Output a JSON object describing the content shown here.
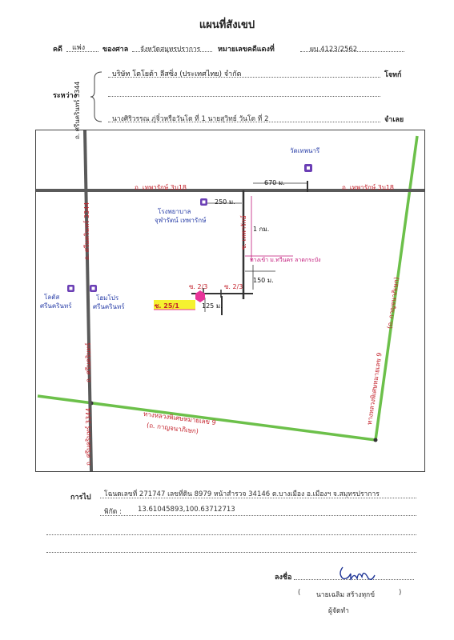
{
  "header": {
    "title": "แผนที่สังเขป",
    "case_label": "คดี",
    "case_type": "แพ่ง",
    "court_label": "ของศาล",
    "court_name": "จังหวัดสมุทรปราการ",
    "red_case_label": "หมายเลขคดีแดงที่",
    "red_case_number": "ผบ.4123/2562",
    "between_label": "ระหว่าง",
    "plaintiff": "บริษัท โตโยต้า ลีสซิ่ง (ประเทศไทย) จำกัด",
    "plaintiff_role": "โจทก์",
    "defendants": "นางศิริวรรณ ภู่จิ๋วหรือวันโต ที่ 1 นายสุวิทย์ วันโต ที่ 2",
    "defendant_role": "จำเลย"
  },
  "map": {
    "roads": {
      "thepharak": "ถ. เทพารักษ์",
      "thepharak_km": "3บ18",
      "thepharak_right": "ถ. เทพารักษ์",
      "thepharak_right_km": "3บ18",
      "srinakarin_top": "ถ. ศรีนครินทร์",
      "srinakarin_top_num": "3344",
      "srinakarin_mid": "ถ. ศรีนครินทร์",
      "srinakarin_mid_num": "3344",
      "srinakarin_low": "ถ. ศรีนครินทร์",
      "srinakarin_bottom": "ถ. ศรีนครินทร์",
      "srinakarin_bottom_num": "3344",
      "soi_near_hospital": "ซ. เทพารักษ์",
      "highway_9_bottom": "ทางหลวงพิเศษหมายเลข 9",
      "highway_9_bottom_sub": "(ถ. กาญจนาภิเษก)",
      "highway_9_right": "ทางหลวงพิเศษหมายเลข 9",
      "highway_9_right_sub": "(ถ. กาญจนาภิเษก)",
      "soi_target": "ซ. 25/1",
      "soi_target_alt": "ซ. 2/3"
    },
    "landmarks": {
      "temple": "วัดเทพนารี",
      "hospital_1": "โรงพยาบาล",
      "hospital_2": "จุฬารัตน์ เทพารักษ์",
      "lotus_1": "โลตัส",
      "lotus_2": "ศรีนครินทร์",
      "homepro_1": "โฮมโปร",
      "homepro_2": "ศรีนครินทร์",
      "intersection": "ทางเข้า ม.ทวีนคร ลาดกระบัง"
    },
    "distances": {
      "d1": "670 ม.",
      "d2": "250 ม.",
      "d3": "1 กม.",
      "d4": "150 ม.",
      "d5": "125 ม."
    },
    "colors": {
      "main_road": "#555555",
      "highway": "#6cc04a",
      "target": "#e8349a",
      "highlight": "#f5f230",
      "icon": "#6b3fb5"
    },
    "icons": [
      "temple-icon",
      "hospital-icon",
      "lotus-icon",
      "homepro-icon",
      "target-hexagon-icon"
    ]
  },
  "footer": {
    "route_label": "การไป",
    "route_text": "โฉนดเลขที่ 271747 เลขที่ดิน 8979 หน้าสำรวจ 34146 ต.บางเมือง อ.เมืองฯ จ.สมุทรปราการ",
    "coord_label": "พิกัด :",
    "coord_value": "13.61045893,100.63712713",
    "sign_label": "ลงชื่อ",
    "signer_name": "นายเฉลิม สร้างทุกข์",
    "paren_open": "(",
    "paren_close": ")",
    "signer_role": "ผู้จัดทำ"
  }
}
